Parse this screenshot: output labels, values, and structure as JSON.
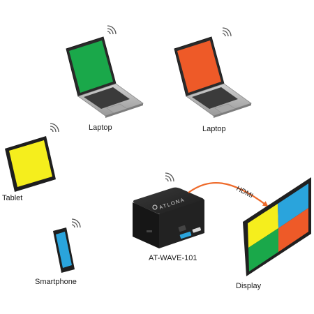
{
  "devices": {
    "laptop_left": {
      "label": "Laptop",
      "screen_color": "#1aa84a",
      "icon": "laptop-icon"
    },
    "laptop_right": {
      "label": "Laptop",
      "screen_color": "#ee5a28",
      "icon": "laptop-icon"
    },
    "tablet": {
      "label": "Tablet",
      "screen_color": "#f5ee1d",
      "icon": "tablet-icon"
    },
    "smartphone": {
      "label": "Smartphone",
      "screen_color": "#2aa4dc",
      "icon": "smartphone-icon"
    },
    "receiver": {
      "label": "AT-WAVE-101",
      "brand": "ATLONA",
      "icon": "wireless-presentation-box-icon"
    },
    "display": {
      "label": "Display",
      "quadrant_colors": [
        "#f5ee1d",
        "#2aa4dc",
        "#1aa84a",
        "#ee5a28"
      ],
      "icon": "display-icon"
    }
  },
  "connection": {
    "label": "HDMI",
    "color": "#ee6a2a"
  },
  "wifi_icon": "wifi-signal-icon"
}
